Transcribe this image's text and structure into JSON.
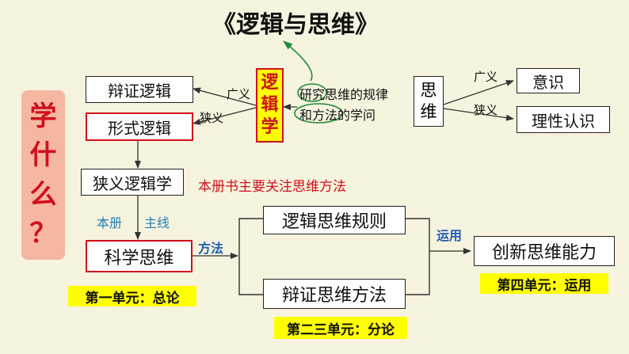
{
  "title": "《逻辑与思维》",
  "left_question": {
    "chars": [
      "学",
      "什",
      "么",
      "？"
    ]
  },
  "logic": {
    "chars": [
      "逻",
      "辑",
      "学"
    ]
  },
  "thinking": {
    "chars": [
      "思",
      "维"
    ]
  },
  "definition": {
    "line1": "研究思维的规律",
    "line2": "和方法的学问"
  },
  "boxes": {
    "dialectical_logic": "辩证逻辑",
    "formal_logic": "形式逻辑",
    "narrow_logic": "狭义逻辑学",
    "scientific_thinking": "科学思维",
    "logic_rules": "逻辑思维规则",
    "dialectical_methods": "辩证思维方法",
    "innovative_ability": "创新思维能力",
    "consciousness": "意识",
    "rational_cognition": "理性认识"
  },
  "labels": {
    "broad_left": "广义",
    "narrow_left": "狭义",
    "broad_right": "广义",
    "narrow_right": "狭义",
    "focus_note": "本册书主要关注思维方法",
    "this_book": "本册",
    "main_line": "主线",
    "method": "方法",
    "apply": "运用"
  },
  "units": {
    "unit1": "第一单元：总论",
    "unit23": "第二三单元：分论",
    "unit4": "第四单元：运用"
  },
  "colors": {
    "background": "#f6f3de",
    "red": "#d0101c",
    "blue": "#1f5fb3",
    "yellow": "#ffff00",
    "green": "#1c8c3a",
    "pink": "#f6b7a2"
  }
}
